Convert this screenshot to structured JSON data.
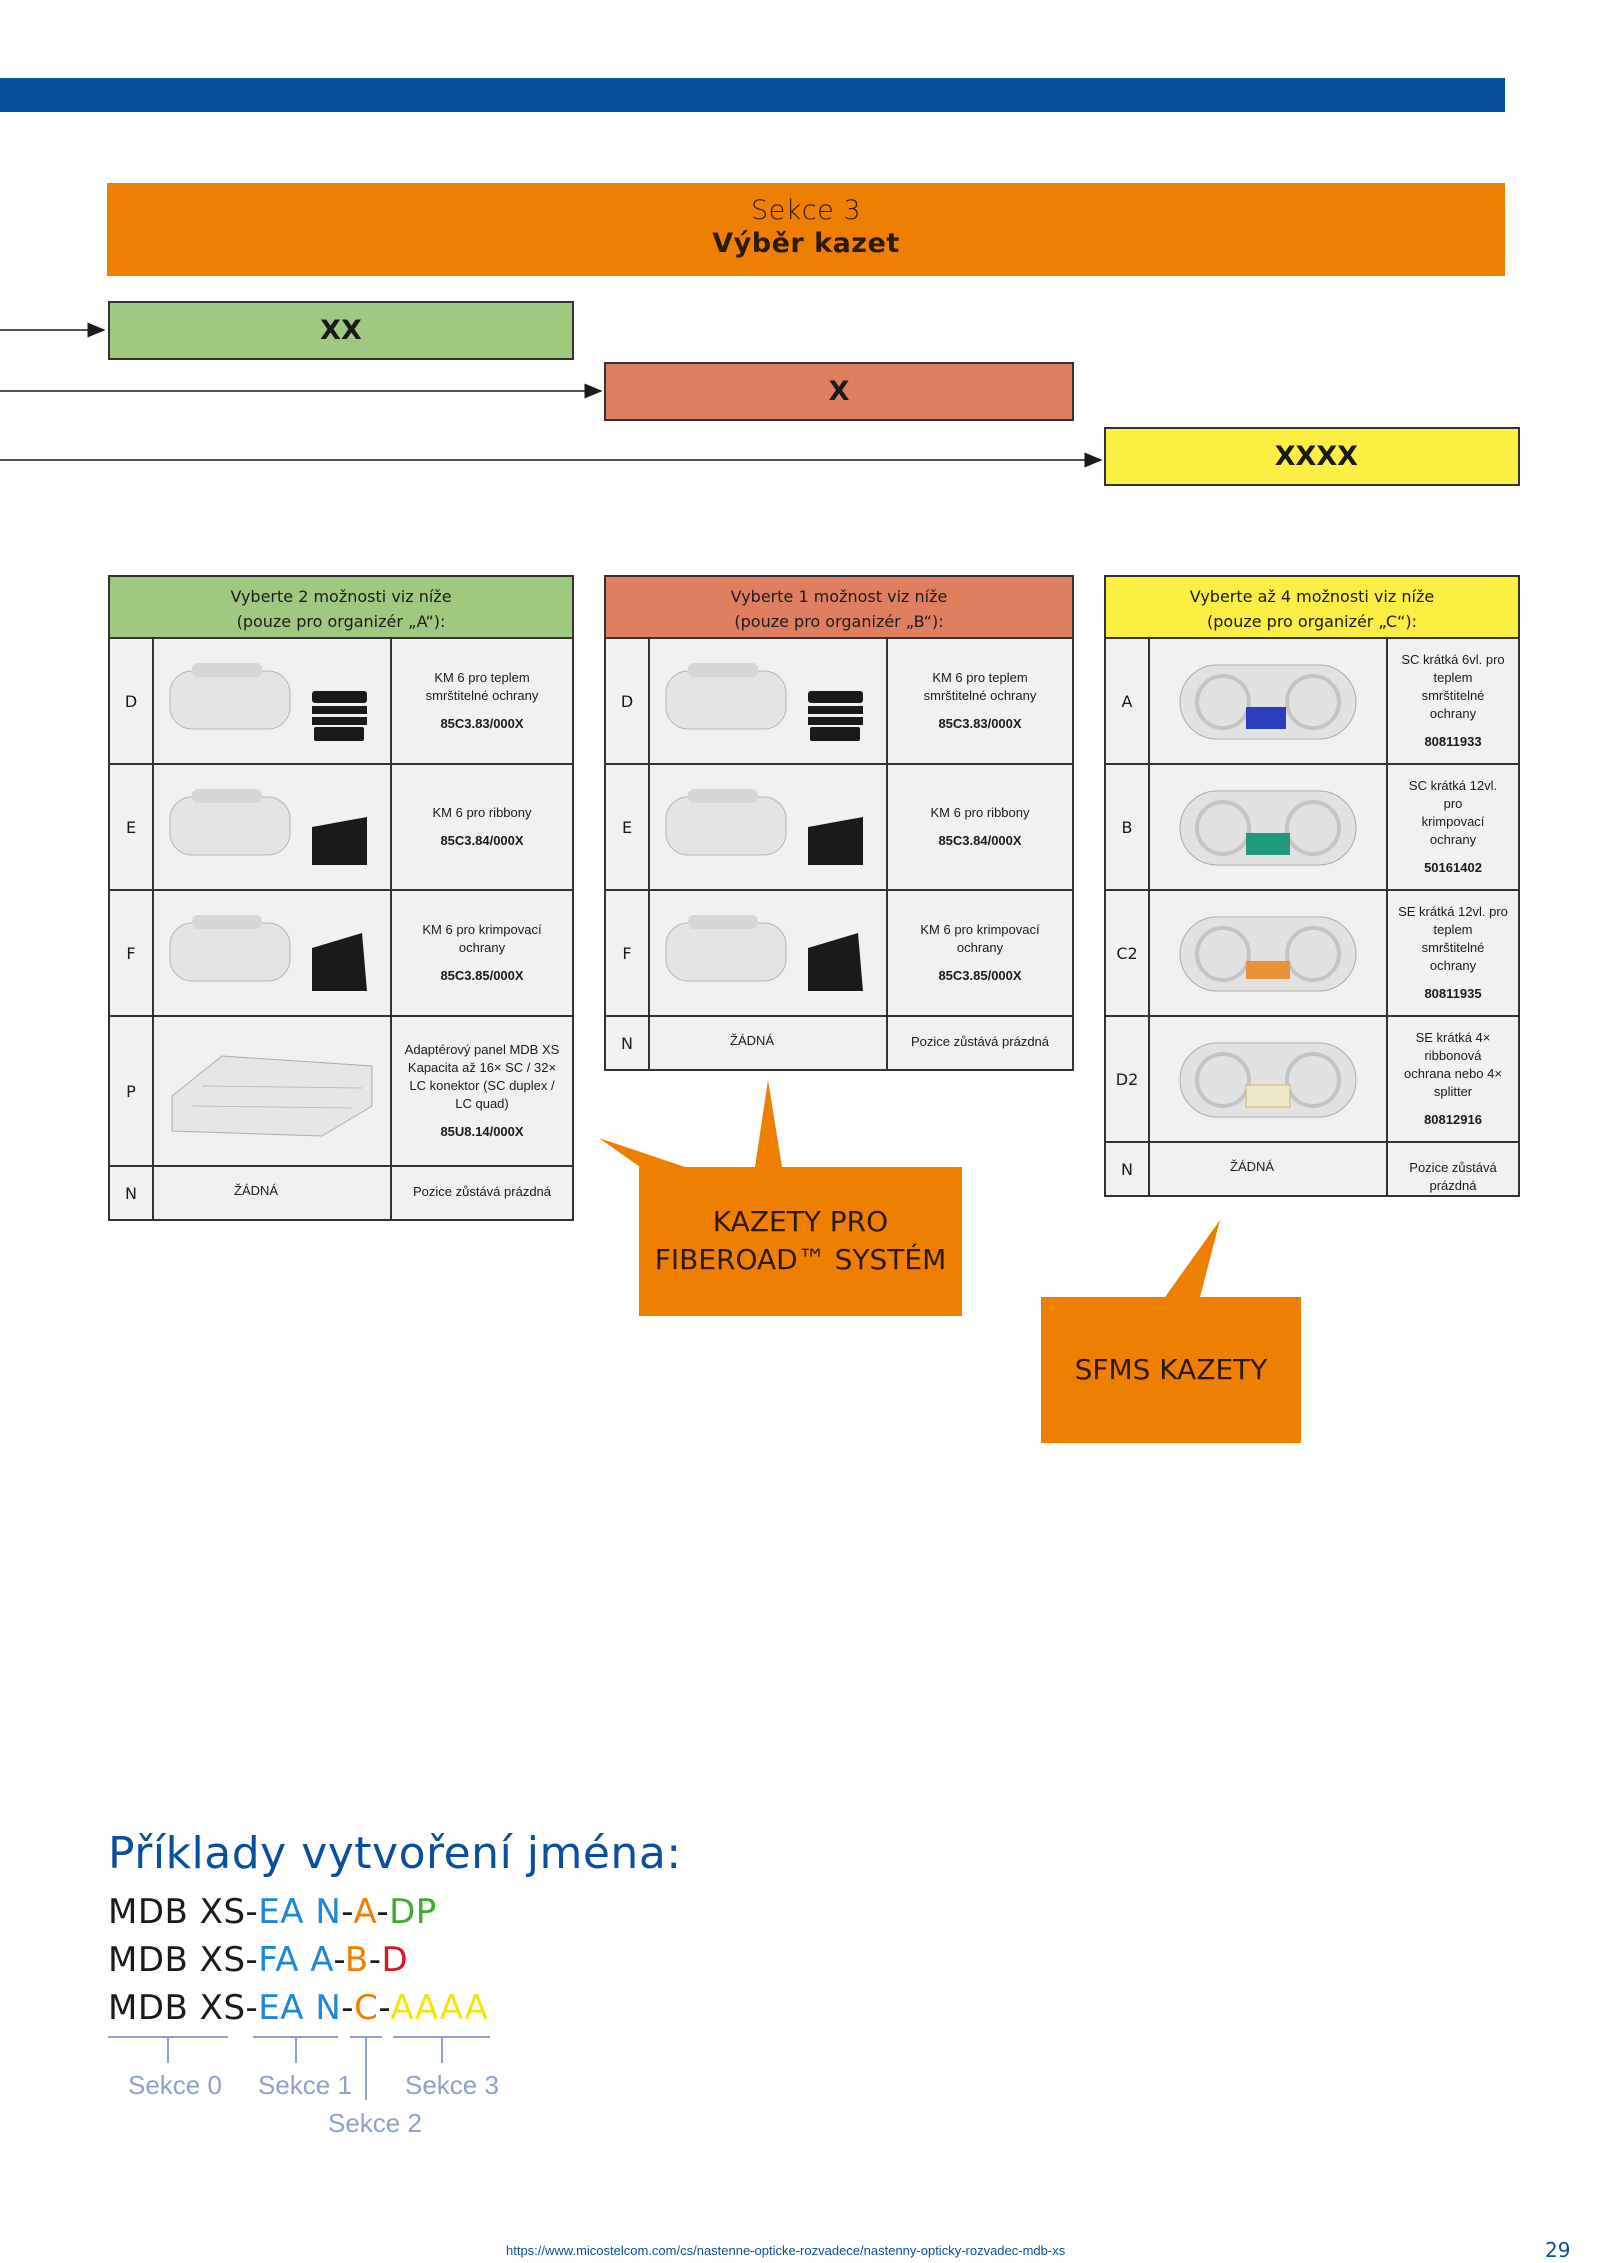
{
  "section": {
    "line1": "Sekce 3",
    "line2": "Výběr kazet"
  },
  "codes": {
    "a": "XX",
    "b": "X",
    "c": "XXXX"
  },
  "tables": {
    "a": {
      "header": [
        "Vyberte 2 možnosti viz níže",
        "(pouze pro organizér „A“):"
      ],
      "rows": [
        {
          "letter": "D",
          "desc": [
            "KM 6 pro teplem",
            "smrštitelné ochrany"
          ],
          "code": "85C3.83/000X"
        },
        {
          "letter": "E",
          "desc": [
            "KM 6 pro ribbony"
          ],
          "code": "85C3.84/000X"
        },
        {
          "letter": "F",
          "desc": [
            "KM 6 pro krimpovací",
            "ochrany"
          ],
          "code": "85C3.85/000X"
        },
        {
          "letter": "P",
          "desc": [
            "Adaptérový panel MDB XS",
            "Kapacita až 16× SC / 32×",
            "LC konektor (SC duplex /",
            "LC quad)"
          ],
          "code": "85U8.14/000X"
        },
        {
          "letter": "N",
          "empty": "ŽÁDNÁ",
          "desc": [
            "Pozice zůstává prázdná"
          ]
        }
      ]
    },
    "b": {
      "header": [
        "Vyberte 1 možnost viz níže",
        "(pouze pro organizér „B“):"
      ],
      "rows": [
        {
          "letter": "D",
          "desc": [
            "KM 6 pro teplem",
            "smrštitelné ochrany"
          ],
          "code": "85C3.83/000X"
        },
        {
          "letter": "E",
          "desc": [
            "KM 6 pro ribbony"
          ],
          "code": "85C3.84/000X"
        },
        {
          "letter": "F",
          "desc": [
            "KM 6 pro krimpovací",
            "ochrany"
          ],
          "code": "85C3.85/000X"
        },
        {
          "letter": "N",
          "empty": "ŽÁDNÁ",
          "desc": [
            "Pozice zůstává prázdná"
          ]
        }
      ]
    },
    "c": {
      "header": [
        "Vyberte až 4 možnosti viz níže",
        "(pouze pro organizér „C“):"
      ],
      "rows": [
        {
          "letter": "A",
          "desc": [
            "SC krátká 6vl. pro teplem",
            "smrštitelné ochrany"
          ],
          "code": "80811933"
        },
        {
          "letter": "B",
          "desc": [
            "SC krátká 12vl. pro",
            "krimpovací ochrany"
          ],
          "code": "50161402"
        },
        {
          "letter": "C2",
          "desc": [
            "SE krátká 12vl. pro teplem",
            "smrštitelné ochrany"
          ],
          "code": "80811935"
        },
        {
          "letter": "D2",
          "desc": [
            "SE krátká 4× ribbonová",
            "ochrana nebo 4× splitter"
          ],
          "code": "80812916"
        },
        {
          "letter": "N",
          "empty": "ŽÁDNÁ",
          "desc": [
            "Pozice zůstává prázdná"
          ]
        }
      ]
    }
  },
  "callouts": {
    "fiberoad": [
      "KAZETY PRO",
      "FIBEROAD™ SYSTÉM"
    ],
    "sfms": "SFMS KAZETY"
  },
  "examples": {
    "title": "Příklady vytvoření jména:",
    "lines": [
      [
        {
          "t": "MDB XS-",
          "c": ""
        },
        {
          "t": "EA N",
          "c": "c-blue"
        },
        {
          "t": "-",
          "c": ""
        },
        {
          "t": "A",
          "c": "c-orange"
        },
        {
          "t": "-",
          "c": ""
        },
        {
          "t": "DP",
          "c": "c-green"
        }
      ],
      [
        {
          "t": "MDB XS-",
          "c": ""
        },
        {
          "t": "FA A",
          "c": "c-blue"
        },
        {
          "t": "-",
          "c": ""
        },
        {
          "t": "B",
          "c": "c-orange"
        },
        {
          "t": "-",
          "c": ""
        },
        {
          "t": "D",
          "c": "c-red"
        }
      ],
      [
        {
          "t": "MDB XS-",
          "c": ""
        },
        {
          "t": "EA N",
          "c": "c-blue"
        },
        {
          "t": "-",
          "c": ""
        },
        {
          "t": "C",
          "c": "c-orange"
        },
        {
          "t": "-",
          "c": ""
        },
        {
          "t": "AAAA",
          "c": "c-yellow"
        }
      ]
    ],
    "labels": {
      "s0": "Sekce 0",
      "s1": "Sekce 1",
      "s2": "Sekce 2",
      "s3": "Sekce 3"
    }
  },
  "footer": {
    "url": "https://www.micostelcom.com/cs/nastenne-opticke-rozvadece/nastenny-opticky-rozvadec-mdb-xs",
    "page": "29"
  },
  "colors": {
    "blue": "#0a4f9e",
    "orange": "#ee7f01",
    "green": "#9fc97e",
    "salmon": "#e07f5f",
    "yellow": "#fdee44"
  }
}
